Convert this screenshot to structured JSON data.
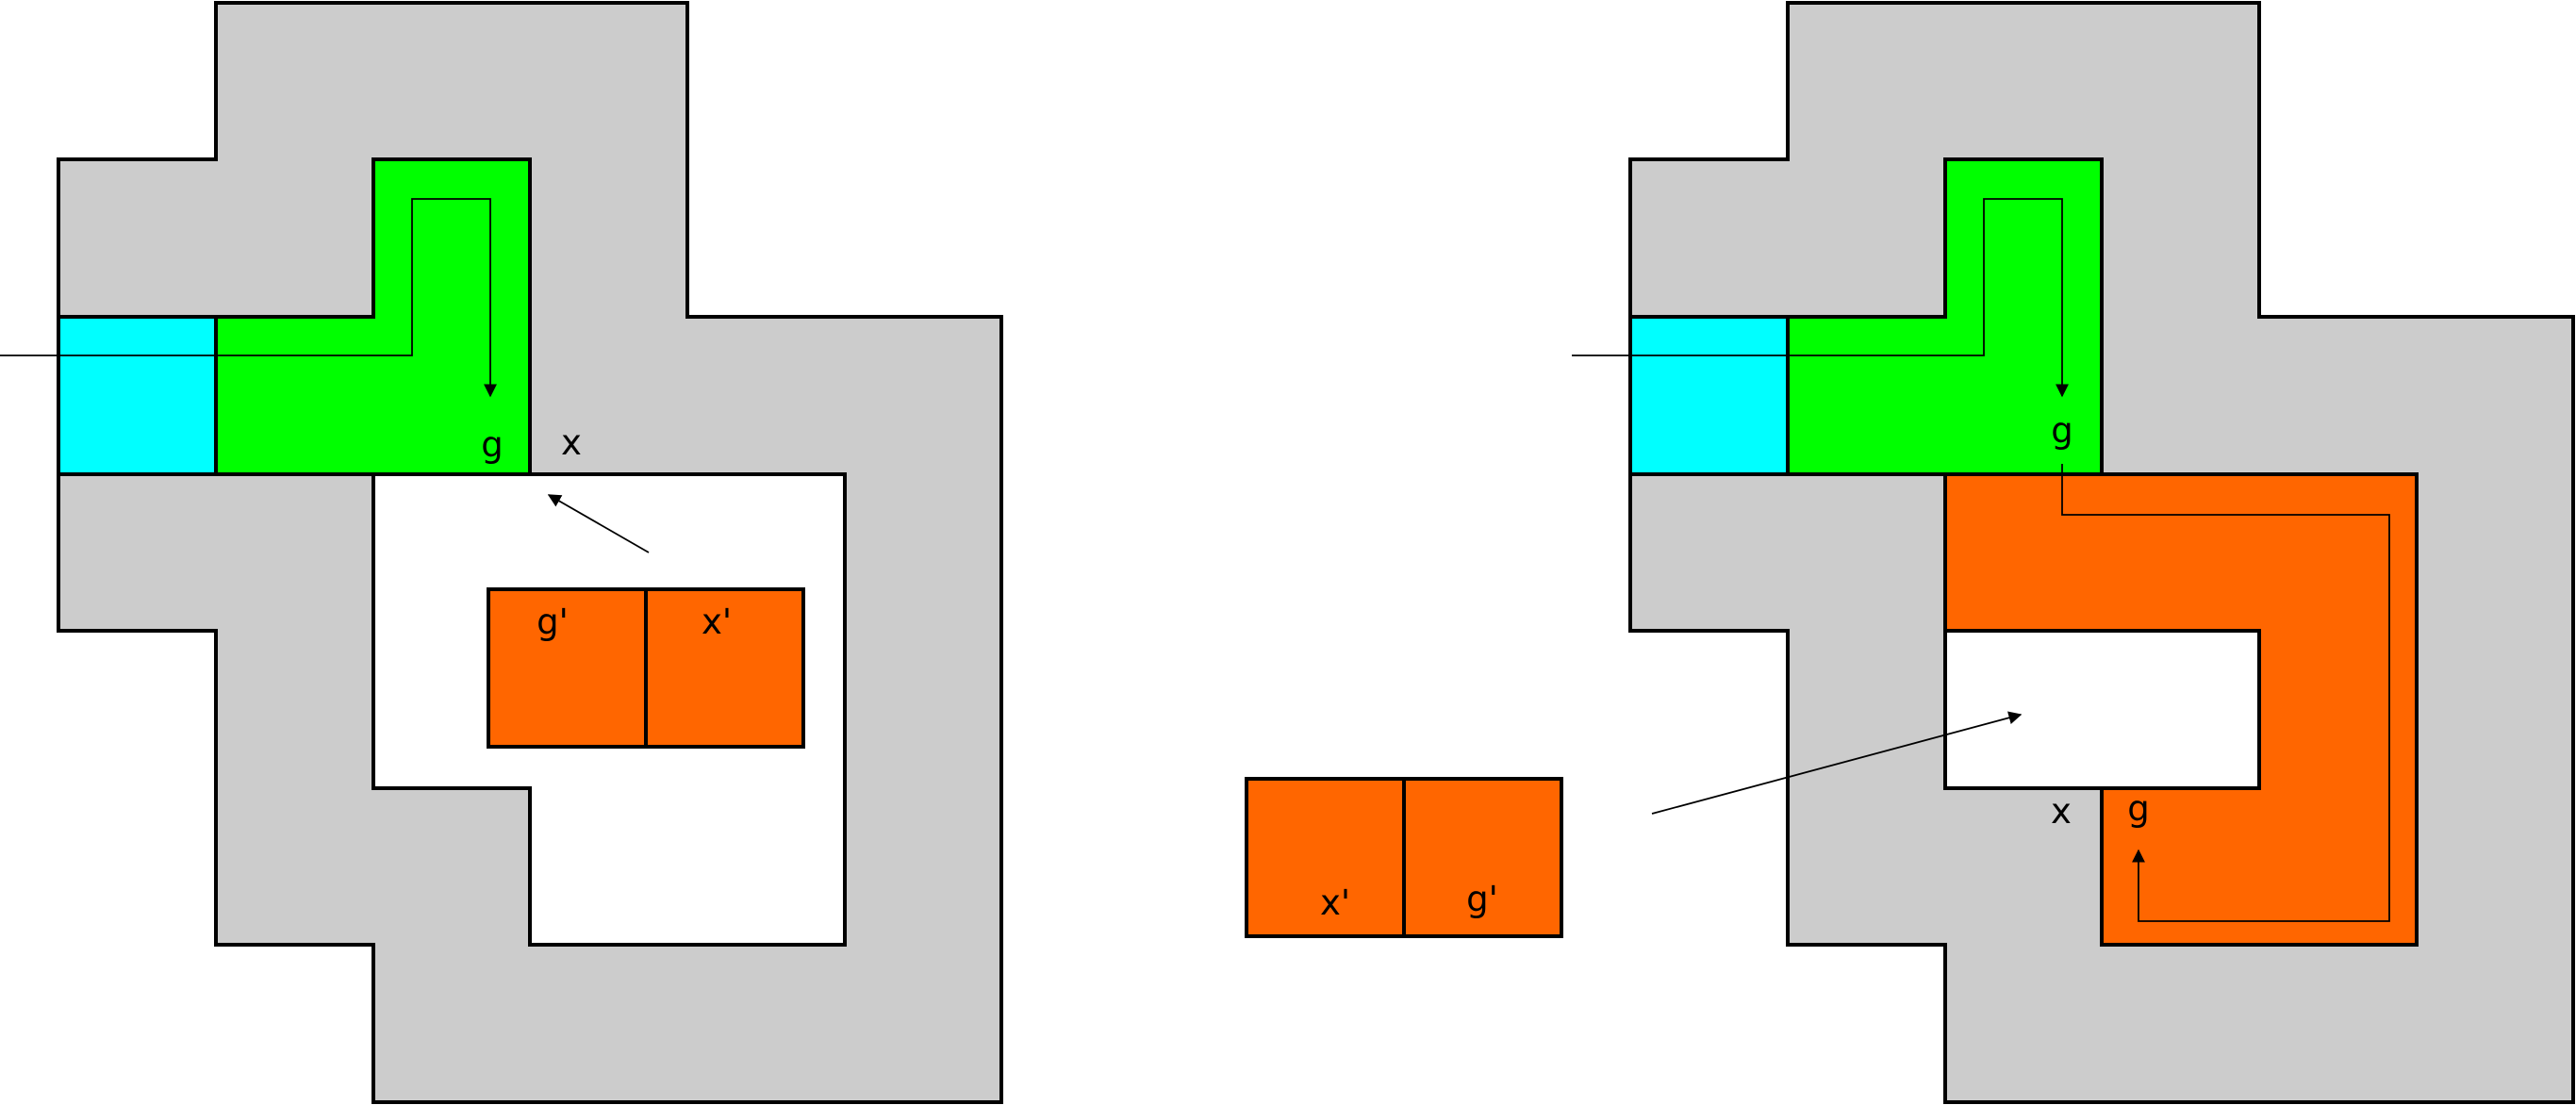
{
  "colors": {
    "frame": "#cccccc",
    "start": "#00ffff",
    "path": "#00ff00",
    "piece": "#ff6600",
    "hole": "#ffffff",
    "stroke": "#000000"
  },
  "left_panel": {
    "labels": {
      "g": "g",
      "x": "x",
      "piece_g": "g'",
      "piece_x": "x'"
    }
  },
  "right_panel": {
    "labels": {
      "g_top": "g",
      "x": "x",
      "g_bottom": "g"
    }
  },
  "detached_piece": {
    "labels": {
      "x": "x'",
      "g": "g'"
    }
  }
}
